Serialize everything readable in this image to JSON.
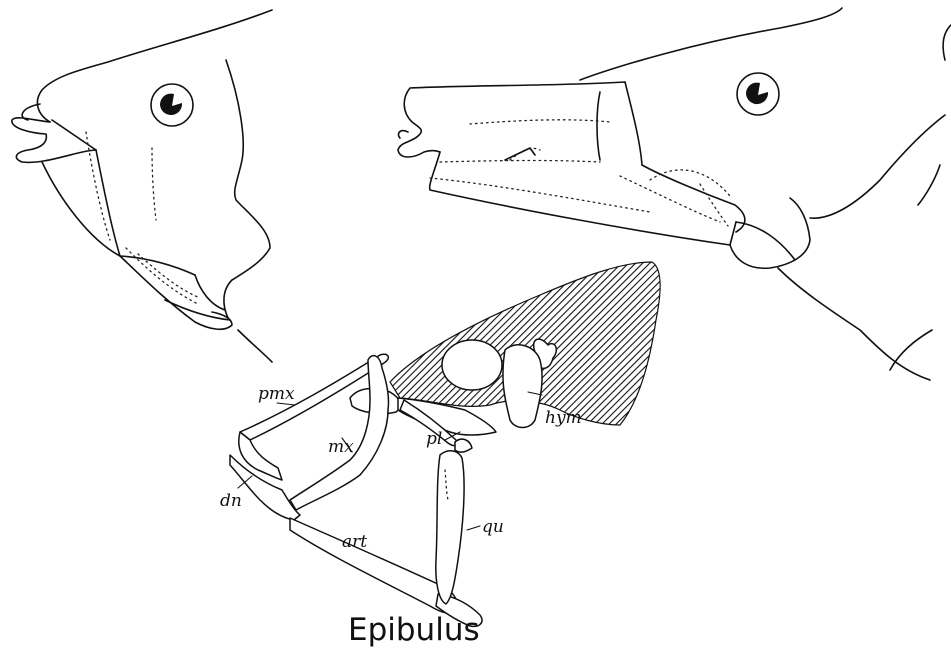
{
  "figure": {
    "title": "Epibulus",
    "labels": {
      "premaxilla": "pmx",
      "maxilla": "mx",
      "dentary": "dn",
      "articular": "art",
      "palatine": "pl",
      "hyomandibular": "hym",
      "quadrate": "qu"
    }
  }
}
